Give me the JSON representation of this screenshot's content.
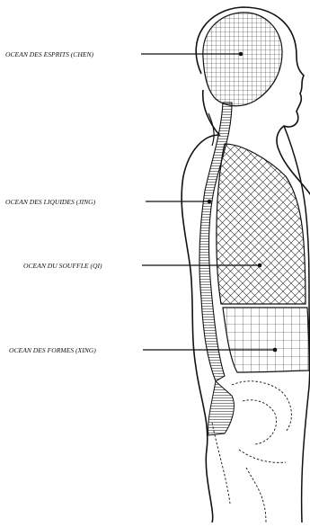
{
  "labels": {
    "chen": "OCEAN DES ESPRITS (CHEN)",
    "jing": "OCEAN DES LIQUIDES (JING)",
    "qi": "OCEAN DU SOUFFLE (QI)",
    "xing": "OCEAN DES FORMES (XING)"
  },
  "colors": {
    "ink": "#111111",
    "paper": "#ffffff"
  }
}
